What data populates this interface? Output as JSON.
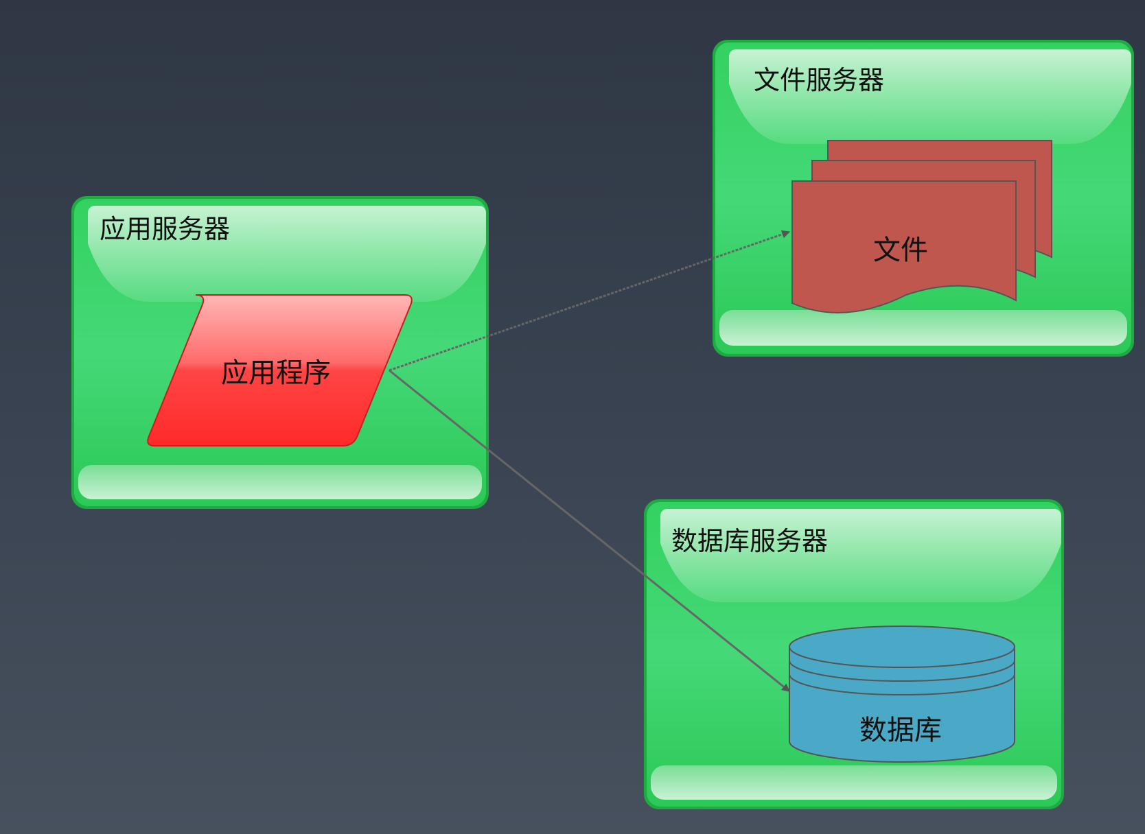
{
  "nodes": {
    "app_server": {
      "title": "应用服务器",
      "content": "应用程序"
    },
    "file_server": {
      "title": "文件服务器",
      "content": "文件"
    },
    "db_server": {
      "title": "数据库服务器",
      "content": "数据库"
    }
  },
  "colors": {
    "background_top": "#2f3744",
    "background_bottom": "#47515e",
    "server_green": "#2ecc5a",
    "program_red": "#ff3a3a",
    "file_red": "#c0574f",
    "db_blue": "#4aa9c7",
    "connector": "#666666"
  },
  "edges": [
    {
      "from": "应用程序",
      "to": "文件"
    },
    {
      "from": "应用程序",
      "to": "数据库"
    }
  ]
}
